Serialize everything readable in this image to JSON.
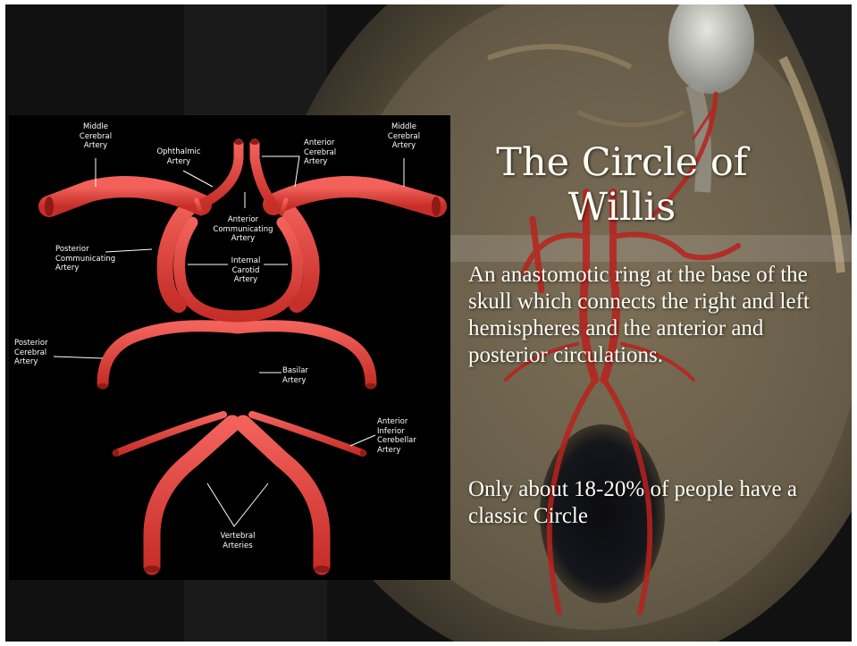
{
  "slide": {
    "title": "The Circle of Willis",
    "description": "An anastomotic ring at the base of the skull which connects the right and left hemispheres and the anterior and posterior circulations.",
    "note": "Only about 18-20% of people have a classic Circle"
  },
  "diagram": {
    "labels": {
      "mca_left": "Middle\nCerebral\nArtery",
      "mca_right": "Middle\nCerebral\nArtery",
      "ophthalmic": "Ophthalmic\nArtery",
      "aca": "Anterior\nCerebral\nArtery",
      "acomm": "Anterior\nCommunicating\nArtery",
      "pcomm": "Posterior\nCommunicating\nArtery",
      "ica": "Internal\nCarotid\nArtery",
      "pca": "Posterior\nCerebral\nArtery",
      "basilar": "Basilar\nArtery",
      "aica": "Anterior\nInferior\nCerebellar\nArtery",
      "vertebral": "Vertebral\nArteries"
    }
  },
  "colors": {
    "artery": "#e03d37",
    "artery_dark": "#8f1a16",
    "title_text": "#fdfdf5",
    "bone": "#a8956e"
  }
}
